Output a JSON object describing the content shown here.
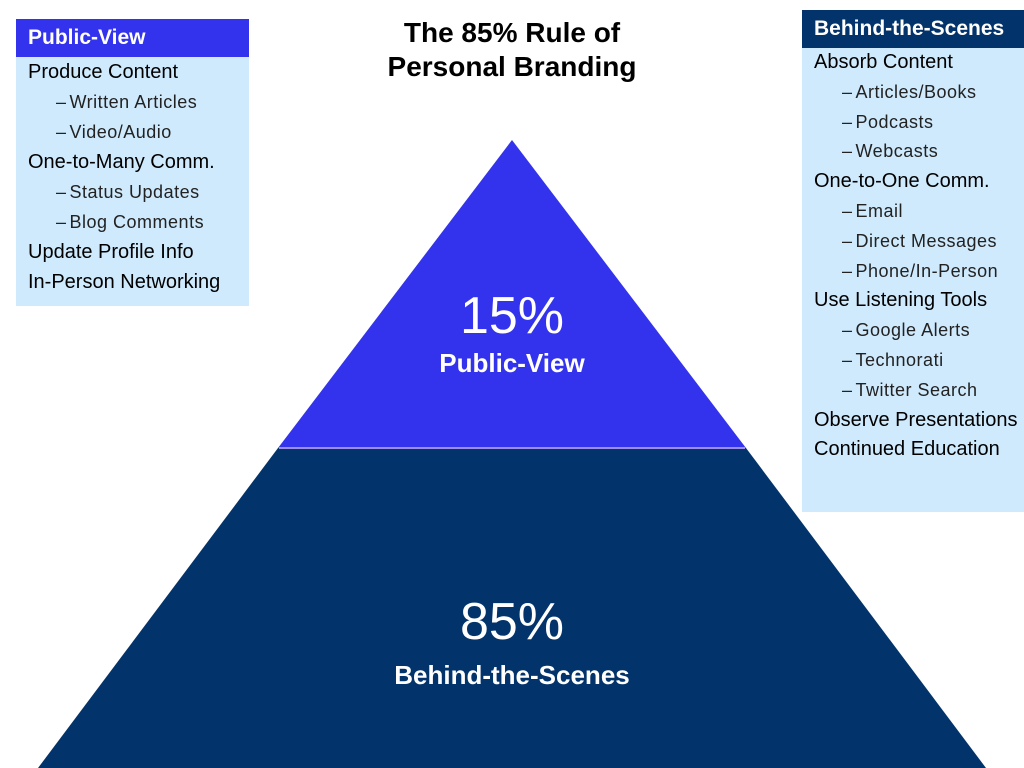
{
  "title": {
    "line1": "The 85% Rule of",
    "line2": "Personal Branding"
  },
  "colors": {
    "public_view": "#3333ee",
    "behind_the_scenes": "#03336b",
    "panel_background": "#cfeafd",
    "divider": "#9a8ee6"
  },
  "pyramid": {
    "top": {
      "percent": "15%",
      "label": "Public-View",
      "share": 15
    },
    "bottom": {
      "percent": "85%",
      "label": "Behind-the-Scenes",
      "share": 85
    }
  },
  "left_panel": {
    "heading": "Public-View",
    "rows": [
      {
        "type": "item",
        "text": "Produce Content"
      },
      {
        "type": "sub",
        "text": "Written Articles"
      },
      {
        "type": "sub",
        "text": "Video/Audio"
      },
      {
        "type": "item",
        "text": "One-to-Many Comm."
      },
      {
        "type": "sub",
        "text": "Status Updates"
      },
      {
        "type": "sub",
        "text": "Blog Comments"
      },
      {
        "type": "item",
        "text": "Update Profile Info"
      },
      {
        "type": "item",
        "text": "In-Person Networking"
      }
    ]
  },
  "right_panel": {
    "heading": "Behind-the-Scenes",
    "rows": [
      {
        "type": "item",
        "text": "Absorb Content"
      },
      {
        "type": "sub",
        "text": "Articles/Books"
      },
      {
        "type": "sub",
        "text": "Podcasts"
      },
      {
        "type": "sub",
        "text": "Webcasts"
      },
      {
        "type": "item",
        "text": "One-to-One Comm."
      },
      {
        "type": "sub",
        "text": "Email"
      },
      {
        "type": "sub",
        "text": "Direct Messages"
      },
      {
        "type": "sub",
        "text": "Phone/In-Person"
      },
      {
        "type": "item",
        "text": "Use Listening Tools"
      },
      {
        "type": "sub",
        "text": "Google Alerts"
      },
      {
        "type": "sub",
        "text": "Technorati"
      },
      {
        "type": "sub",
        "text": "Twitter Search"
      },
      {
        "type": "item",
        "text": "Observe Presentations"
      },
      {
        "type": "item",
        "text": "Continued Education"
      }
    ]
  },
  "dash_glyph": "–"
}
